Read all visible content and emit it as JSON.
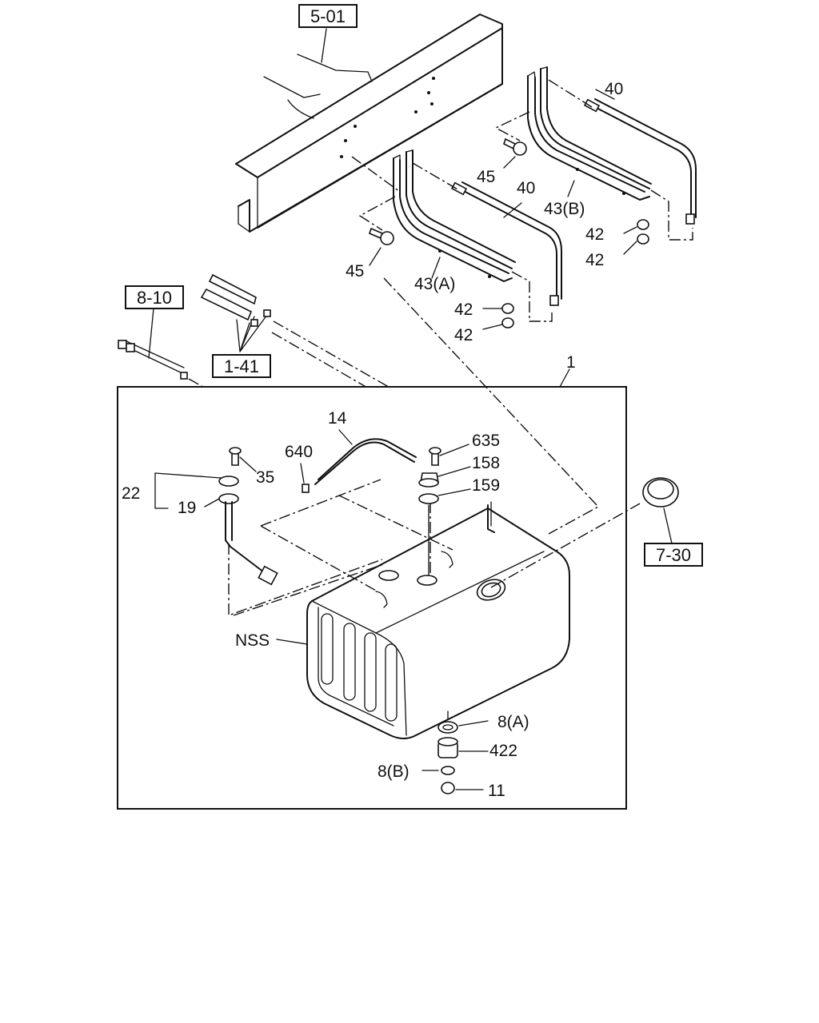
{
  "refs": {
    "r_5_01": "5-01",
    "r_8_10": "8-10",
    "r_1_41": "1-41",
    "r_7_30": "7-30"
  },
  "labels": {
    "l40a": "40",
    "l40b": "40",
    "l45a": "45",
    "l45b": "45",
    "l43b": "43(B)",
    "l43a": "43(A)",
    "l42a": "42",
    "l42b": "42",
    "l42c": "42",
    "l42d": "42",
    "l1": "1",
    "l14": "14",
    "l640": "640",
    "l635": "635",
    "l158": "158",
    "l159": "159",
    "l35": "35",
    "l22": "22",
    "l19": "19",
    "lNSS": "NSS",
    "l8a": "8(A)",
    "l422": "422",
    "l8b": "8(B)",
    "l11": "11"
  }
}
